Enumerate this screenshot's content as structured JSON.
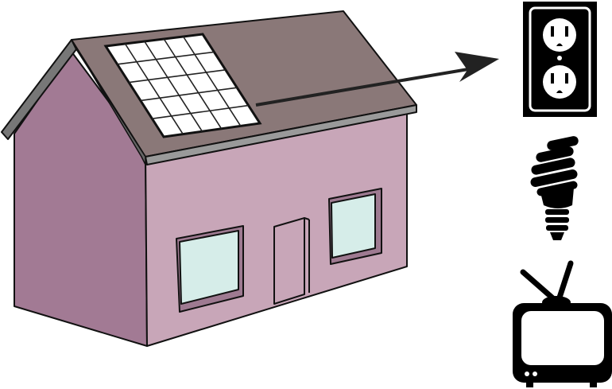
{
  "diagram": {
    "house": {
      "parts": [
        "roof",
        "gable-wall",
        "front-wall",
        "door",
        "left-window",
        "right-window"
      ],
      "colors": {
        "roof": "#8a7878",
        "roof_edge": "#9a9a9a",
        "gable_wall": "#a27a94",
        "front_wall": "#c8a6b8",
        "window_glass": "#d6ede9",
        "outline": "#111111"
      }
    },
    "solar_panel": {
      "rows": 5,
      "cols": 5,
      "colors": {
        "panel": "#ffffff",
        "grid": "#222222"
      }
    },
    "arrow": {
      "from": "solar-panel",
      "to": "devices",
      "color": "#222222"
    },
    "devices": [
      {
        "name": "power-outlet",
        "icon": "outlet-icon"
      },
      {
        "name": "light-bulb",
        "icon": "cfl-bulb-icon"
      },
      {
        "name": "television",
        "icon": "tv-icon"
      }
    ]
  }
}
